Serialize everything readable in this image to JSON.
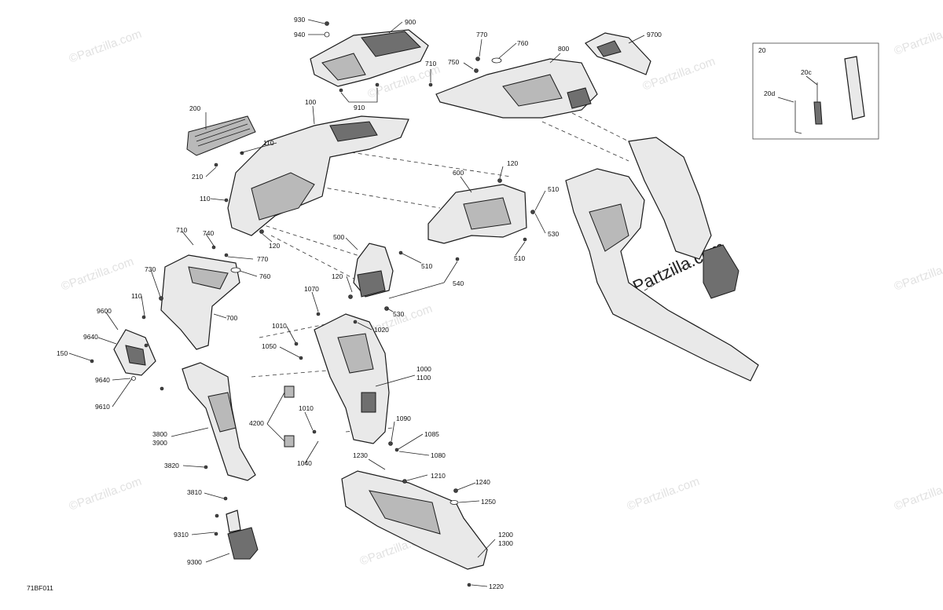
{
  "diagram": {
    "code": "71BF011",
    "watermark": "©Partzilla.com",
    "kit": {
      "label": "20",
      "items": [
        "20c",
        "20d"
      ]
    },
    "callouts": [
      "930",
      "940",
      "900",
      "770",
      "760",
      "750",
      "710",
      "800",
      "9700",
      "910",
      "200",
      "100",
      "110",
      "210",
      "120",
      "600",
      "510",
      "530",
      "500",
      "540",
      "740",
      "730",
      "700",
      "1070",
      "1010",
      "1020",
      "1050",
      "1000",
      "1100",
      "9600",
      "9640",
      "150",
      "9610",
      "3800",
      "3900",
      "4200",
      "1040",
      "1090",
      "1085",
      "1080",
      "1230",
      "1210",
      "1240",
      "1250",
      "3820",
      "3810",
      "9310",
      "9300",
      "1200",
      "1300",
      "1220"
    ]
  }
}
